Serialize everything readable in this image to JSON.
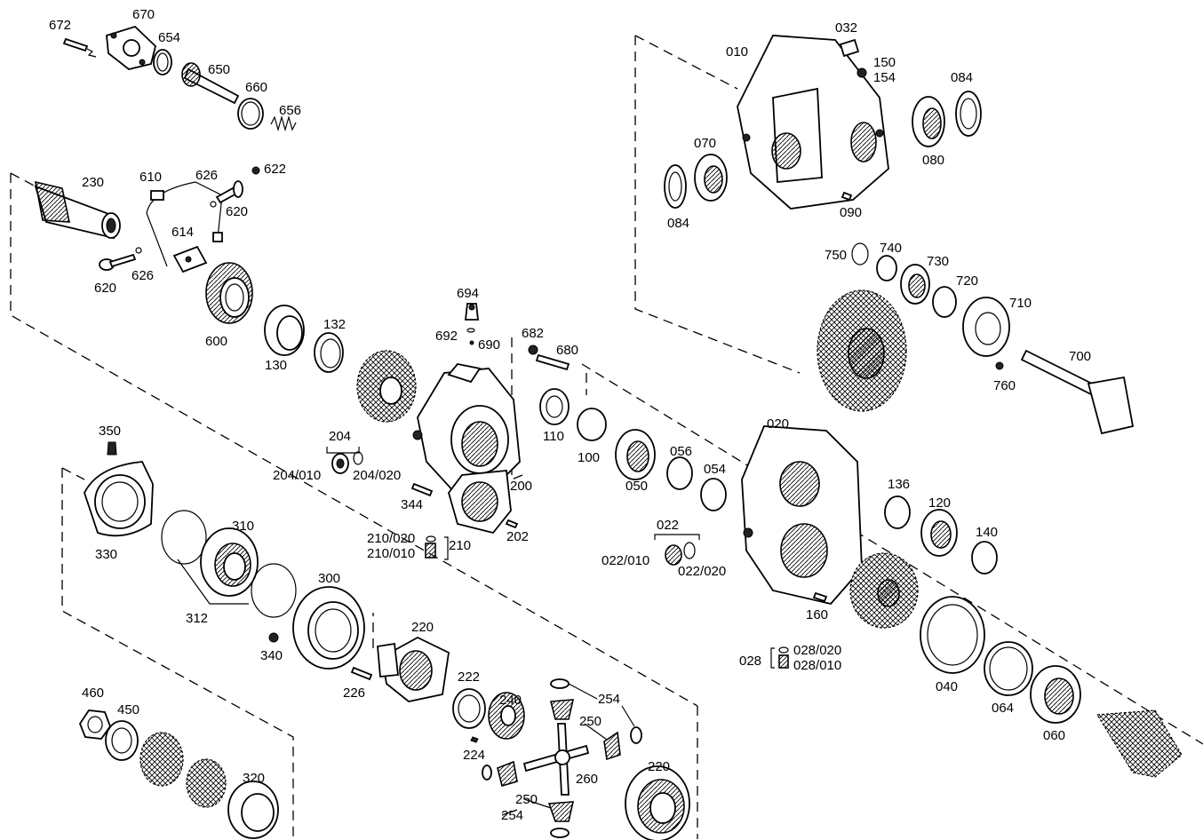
{
  "labels": {
    "p672": "672",
    "p670": "670",
    "p654": "654",
    "p650": "650",
    "p660": "660",
    "p656": "656",
    "p230": "230",
    "p610": "610",
    "p626a": "626",
    "p622": "622",
    "p620a": "620",
    "p614": "614",
    "p620b": "620",
    "p626b": "626",
    "p600": "600",
    "p130": "130",
    "p132": "132",
    "p694": "694",
    "p692": "692",
    "p690": "690",
    "p682": "682",
    "p680": "680",
    "p110": "110",
    "p100": "100",
    "p204": "204",
    "p204_010": "204/010",
    "p204_020": "204/020",
    "p200": "200",
    "p344": "344",
    "p202": "202",
    "p210_020": "210/020",
    "p210_010": "210/010",
    "p210": "210",
    "p350": "350",
    "p330": "330",
    "p310": "310",
    "p312": "312",
    "p300": "300",
    "p340": "340",
    "p220a": "220",
    "p226": "226",
    "p222": "222",
    "p224": "224",
    "p240": "240",
    "p254a": "254",
    "p250a": "250",
    "p260": "260",
    "p250b": "250",
    "p254b": "254",
    "p220b": "220",
    "p460": "460",
    "p450": "450",
    "p320": "320",
    "p032": "032",
    "p010": "010",
    "p150": "150",
    "p154": "154",
    "p084a": "084",
    "p070": "070",
    "p080": "080",
    "p084b": "084",
    "p090": "090",
    "p750": "750",
    "p740": "740",
    "p730": "730",
    "p720": "720",
    "p710": "710",
    "p700": "700",
    "p760": "760",
    "p020": "020",
    "p050": "050",
    "p056": "056",
    "p054": "054",
    "p022": "022",
    "p022_010": "022/010",
    "p022_020": "022/020",
    "p136": "136",
    "p120": "120",
    "p140": "140",
    "p160": "160",
    "p028": "028",
    "p028_020": "028/020",
    "p028_010": "028/010",
    "p040": "040",
    "p064": "064",
    "p060": "060"
  }
}
